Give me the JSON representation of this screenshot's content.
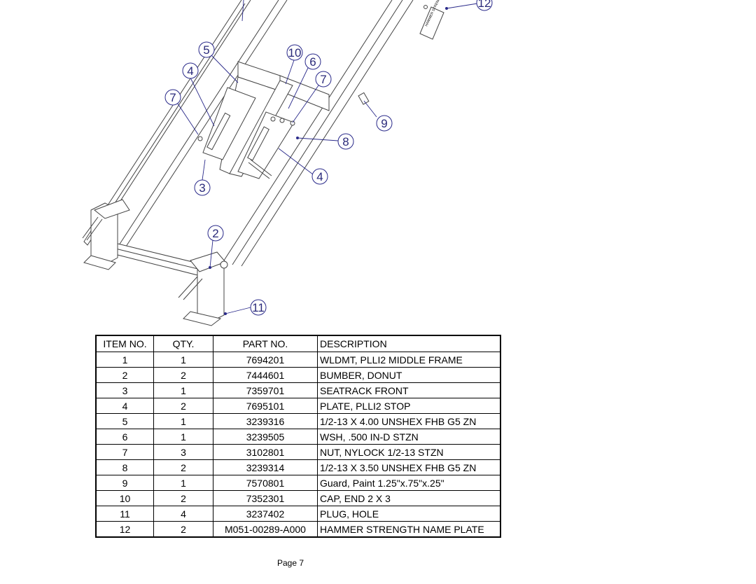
{
  "drawing": {
    "callouts": [
      {
        "id": "12",
        "label": "12"
      },
      {
        "id": "5",
        "label": "5"
      },
      {
        "id": "10",
        "label": "10"
      },
      {
        "id": "6",
        "label": "6"
      },
      {
        "id": "4a",
        "label": "4"
      },
      {
        "id": "7a",
        "label": "7"
      },
      {
        "id": "7b",
        "label": "7"
      },
      {
        "id": "9",
        "label": "9"
      },
      {
        "id": "8",
        "label": "8"
      },
      {
        "id": "4b",
        "label": "4"
      },
      {
        "id": "3",
        "label": "3"
      },
      {
        "id": "2",
        "label": "2"
      },
      {
        "id": "11",
        "label": "11"
      }
    ],
    "nameplate_text": "HAMMER STRENGTH"
  },
  "table": {
    "headers": [
      "ITEM NO.",
      "QTY.",
      "PART NO.",
      "DESCRIPTION"
    ],
    "rows": [
      [
        "1",
        "1",
        "7694201",
        "WLDMT, PLLI2 MIDDLE FRAME"
      ],
      [
        "2",
        "2",
        "7444601",
        "BUMBER, DONUT"
      ],
      [
        "3",
        "1",
        "7359701",
        "SEATRACK FRONT"
      ],
      [
        "4",
        "2",
        "7695101",
        "PLATE, PLLI2 STOP"
      ],
      [
        "5",
        "1",
        "3239316",
        "1/2-13 X 4.00 UNSHEX FHB G5 ZN"
      ],
      [
        "6",
        "1",
        "3239505",
        "WSH, .500 IN-D STZN"
      ],
      [
        "7",
        "3",
        "3102801",
        "NUT, NYLOCK 1/2-13 STZN"
      ],
      [
        "8",
        "2",
        "3239314",
        "1/2-13 X 3.50 UNSHEX FHB G5 ZN"
      ],
      [
        "9",
        "1",
        "7570801",
        "Guard,  Paint 1.25\"x.75\"x.25\""
      ],
      [
        "10",
        "2",
        "7352301",
        "CAP, END 2 X 3"
      ],
      [
        "11",
        "4",
        "3237402",
        "PLUG, HOLE"
      ],
      [
        "12",
        "2",
        "M051-00289-A000",
        "HAMMER STRENGTH NAME PLATE"
      ]
    ]
  },
  "page_label": "Page 7"
}
